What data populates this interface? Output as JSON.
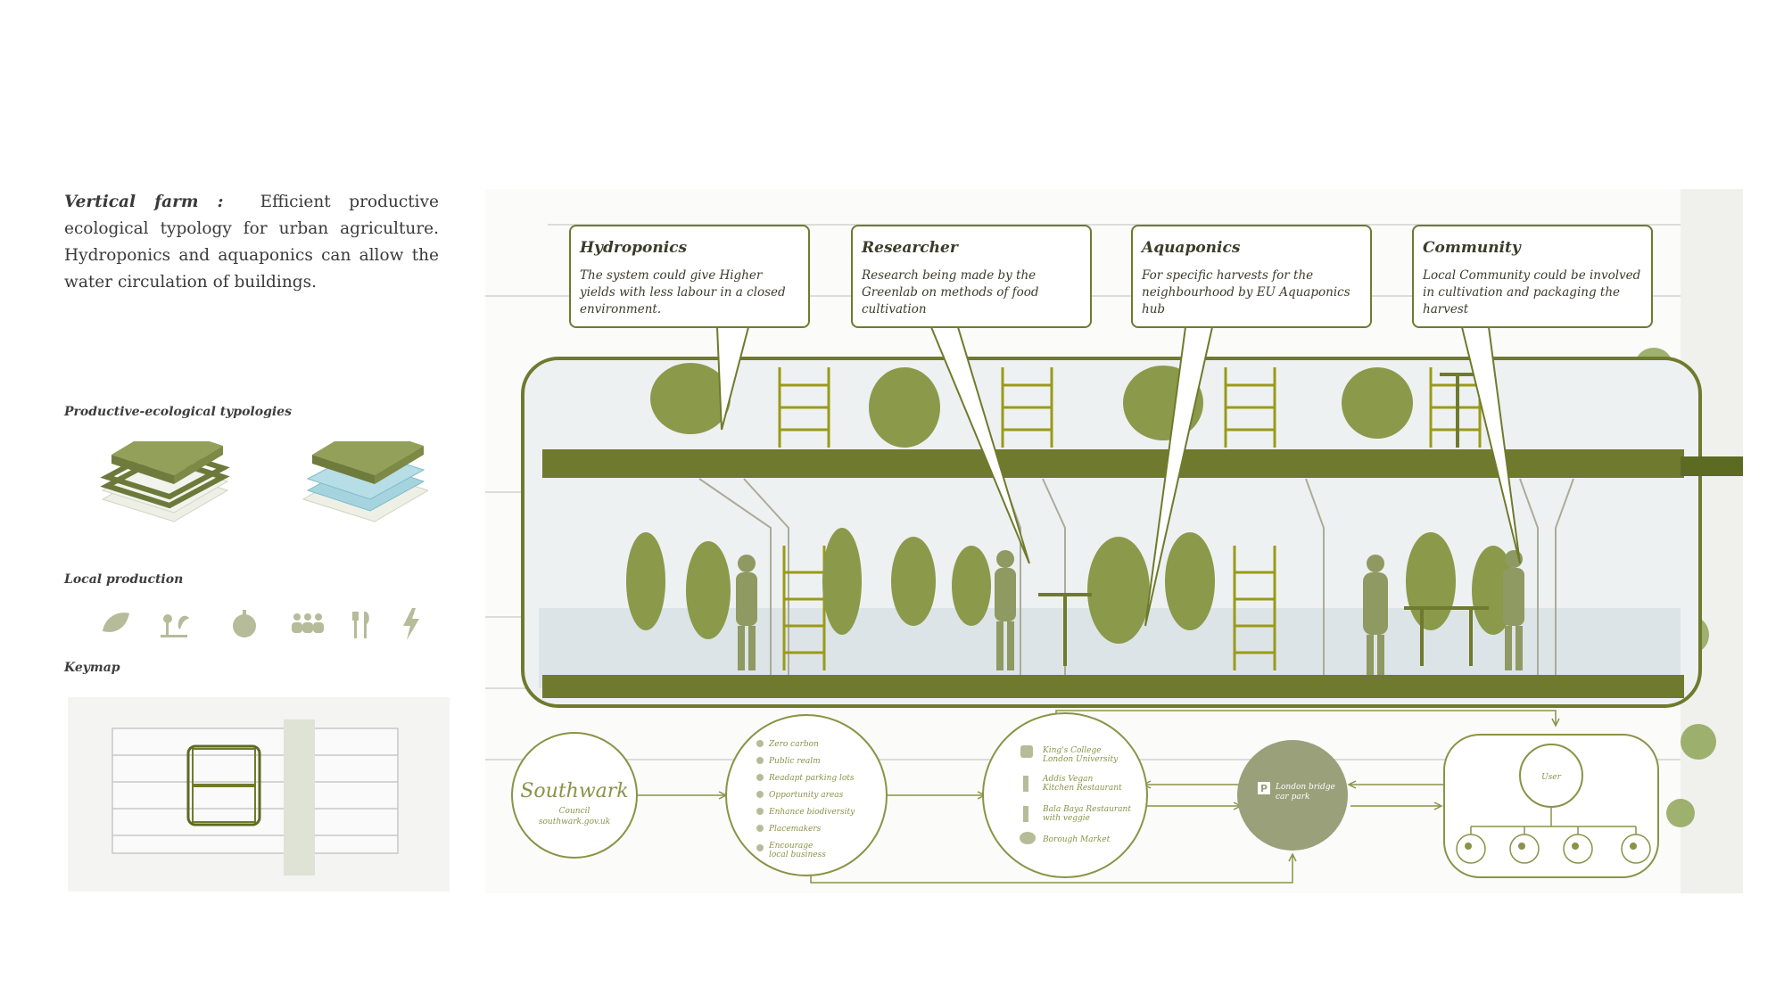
{
  "intro": {
    "lead": "Vertical farm :",
    "text": "Efficient productive ecological typology for urban agriculture. Hydroponics and aquaponics can allow the water circulation of buildings."
  },
  "sections": {
    "typologies": "Productive-ecological typologies",
    "local_production": "Local production",
    "keymap": "Keymap"
  },
  "local_production_icons": [
    "leaf-icon",
    "research-plant-icon",
    "vegetable-icon",
    "community-icon",
    "restaurant-icon",
    "energy-icon"
  ],
  "callouts": [
    {
      "title": "Hydroponics",
      "text": "The system could give Higher yields with less labour in a closed environment."
    },
    {
      "title": "Researcher",
      "text": "Research being made by the Greenlab on methods of food cultivation"
    },
    {
      "title": "Aquaponics",
      "text": "For specific harvests for the neighbourhood by EU Aquaponics hub"
    },
    {
      "title": "Community",
      "text": "Local Community could be involved in cultivation and packaging the harvest"
    }
  ],
  "flow": {
    "southwark": {
      "logo": "Southwark",
      "sub1": "Council",
      "sub2": "southwark.gov.uk"
    },
    "benefits": [
      "Zero carbon",
      "Public realm",
      "Readapt parking lots",
      "Opportunity areas",
      "Enhance biodiversity",
      "Placemakers",
      "Encourage",
      "local business"
    ],
    "partners": [
      "King's College",
      "London University",
      "Addis Vegan",
      "Kitchen Restaurant",
      "Bala Baya Restaurant",
      "with veggie",
      "Borough Market"
    ],
    "carpark": {
      "badge": "P",
      "line1": "London bridge",
      "line2": "car park"
    },
    "user": "User"
  },
  "colors": {
    "olive": "#6f7a2e",
    "olive_dark": "#5d6a22",
    "foliage": "#8a9a4a",
    "flow": "#8a9346",
    "glass": "#d6dee2"
  }
}
